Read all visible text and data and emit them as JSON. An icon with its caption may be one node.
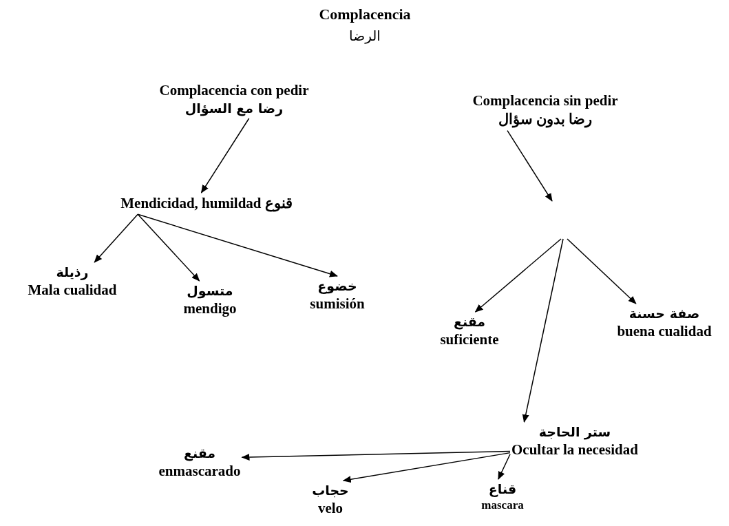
{
  "diagram": {
    "title": "Complacencia",
    "nodes": [
      {
        "text": [
          "Complacencia con pedir",
          "رضا مع السؤال"
        ]
      },
      {
        "text": [
          "Mendicidad, humildad قنوع"
        ]
      },
      {
        "text": [
          "رذيلة",
          "Mala cualidad"
        ]
      },
      {
        "text": [
          "متسول",
          "mendigo"
        ]
      },
      {
        "text": [
          "خضوع",
          "sumisión"
        ]
      },
      {
        "text": [
          "Complacencia sin pedir رضا بدون سؤال"
        ]
      },
      {
        "text": [
          "مقنع",
          "suficiente"
        ]
      },
      {
        "text": [
          "صفة حسنة",
          "buena cualidad"
        ]
      },
      {
        "text": [
          "ستر الحاجة",
          "Ocultar la necesidad"
        ]
      },
      {
        "text": [
          "مقنع",
          "enmascarado"
        ]
      },
      {
        "text": [
          "حجاب",
          "velo"
        ]
      },
      {
        "text": [
          "قناع",
          "mascara"
        ]
      }
    ],
    "edges": [
      {
        "from": 0,
        "to": 1,
        "arrow": "to"
      },
      {
        "from": 5,
        "to": null,
        "arrow": "to"
      },
      {
        "from": null,
        "to": 6,
        "arrow": "to"
      },
      {
        "from": null,
        "to": 8,
        "arrow": "to"
      },
      {
        "from": null,
        "to": 7,
        "arrow": "to"
      },
      {
        "from": 1,
        "to": 2,
        "arrow": "to"
      },
      {
        "from": 1,
        "to": 3,
        "arrow": "to"
      },
      {
        "from": 1,
        "to": 4,
        "arrow": "to"
      },
      {
        "from": 8,
        "to": 9,
        "arrow": "to"
      },
      {
        "from": 8,
        "to": 10,
        "arrow": "to"
      },
      {
        "from": 8,
        "to": 11,
        "arrow": "to"
      }
    ],
    "labels": [
      "الرضا"
    ]
  }
}
